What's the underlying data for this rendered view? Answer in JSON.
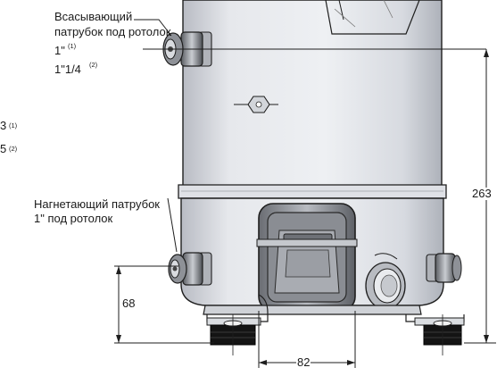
{
  "callouts": {
    "suction_line1": "Всасывающий",
    "suction_line2": "патрубок под ротолок",
    "suction_size1": "1\"",
    "suction_size1_note": "(1)",
    "suction_size2": "1\"1/4",
    "suction_size2_note": "(2)",
    "discharge_line1": "Нагнетающий патрубок",
    "discharge_line2": "1\" под ротолок",
    "left_cut_1": "3",
    "left_cut_1_note": "(1)",
    "left_cut_2": "5",
    "left_cut_2_note": "(2)"
  },
  "dimensions": {
    "height": "263",
    "connection_height": "68",
    "width_center": "82"
  },
  "colors": {
    "shell": "#e3e5ea",
    "outline": "#1e1e1e",
    "foot": "#141414"
  }
}
